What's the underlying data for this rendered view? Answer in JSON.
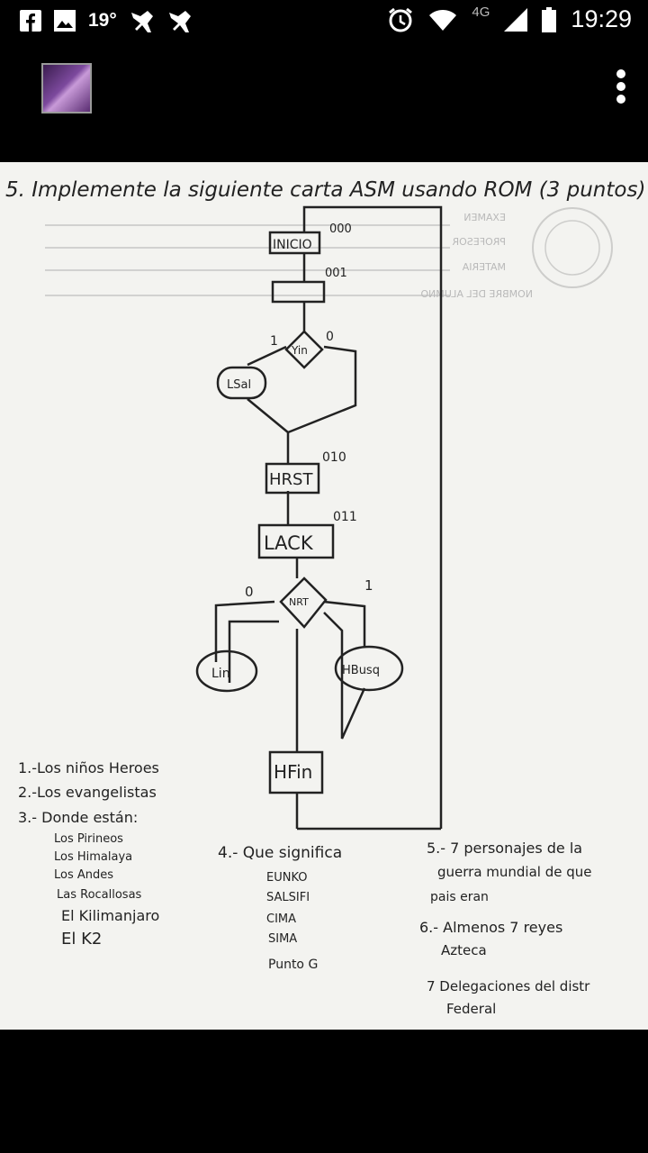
{
  "status_bar": {
    "temperature": "19°",
    "network": "4G",
    "time": "19:29",
    "icons": [
      "facebook-icon",
      "gallery-icon",
      "pin-icon",
      "pin-icon",
      "alarm-icon",
      "wifi-icon",
      "signal-icon",
      "battery-icon"
    ]
  },
  "toolbar": {
    "thumbnail_icon": "image-thumbnail",
    "menu_icon": "more-vert-icon"
  },
  "document": {
    "header": "5. Implemente la siguiente carta ASM usando ROM (3 puntos)",
    "flowchart": {
      "states": [
        {
          "label": "INICIO",
          "code": "000"
        },
        {
          "label": "",
          "code": "001"
        },
        {
          "label": "HRST",
          "code": "010"
        },
        {
          "label": "LACK",
          "code": "011"
        },
        {
          "label": "HFin",
          "code": ""
        }
      ],
      "decisions": [
        {
          "label": "Yin",
          "left": "1",
          "right": "0"
        },
        {
          "label": "NRT",
          "left": "0",
          "right": "1"
        }
      ],
      "outputs": [
        "LSal",
        "Lin",
        "HBusq"
      ]
    },
    "lists": {
      "list1": "1.-Los niños Heroes",
      "list2": "2.-Los evangelistas",
      "list3_title": "3.- Donde están:",
      "list3_items": [
        "Los Pirineos",
        "Los Himalaya",
        "Los Andes",
        "Las Rocallosas",
        "El Kilimanjaro",
        "El K2"
      ],
      "q4_title": "4.- Que significa",
      "q4_items": [
        "EUNKO",
        "SALSIFI",
        "CIMA",
        "SIMA",
        "Punto G"
      ],
      "q5": [
        "5.- 7 personajes de la",
        "guerra mundial de que",
        "pais eran"
      ],
      "q6": [
        "6.- Almenos 7 reyes",
        "Azteca"
      ],
      "q7": [
        "7 Delegaciones del distr",
        "Federal"
      ]
    },
    "faint_text": {
      "examen": "EXAMEN",
      "profesor": "PROFESOR",
      "materia": "MATERIA",
      "alumno": "NOMBRE DEL ALUMNO"
    }
  }
}
